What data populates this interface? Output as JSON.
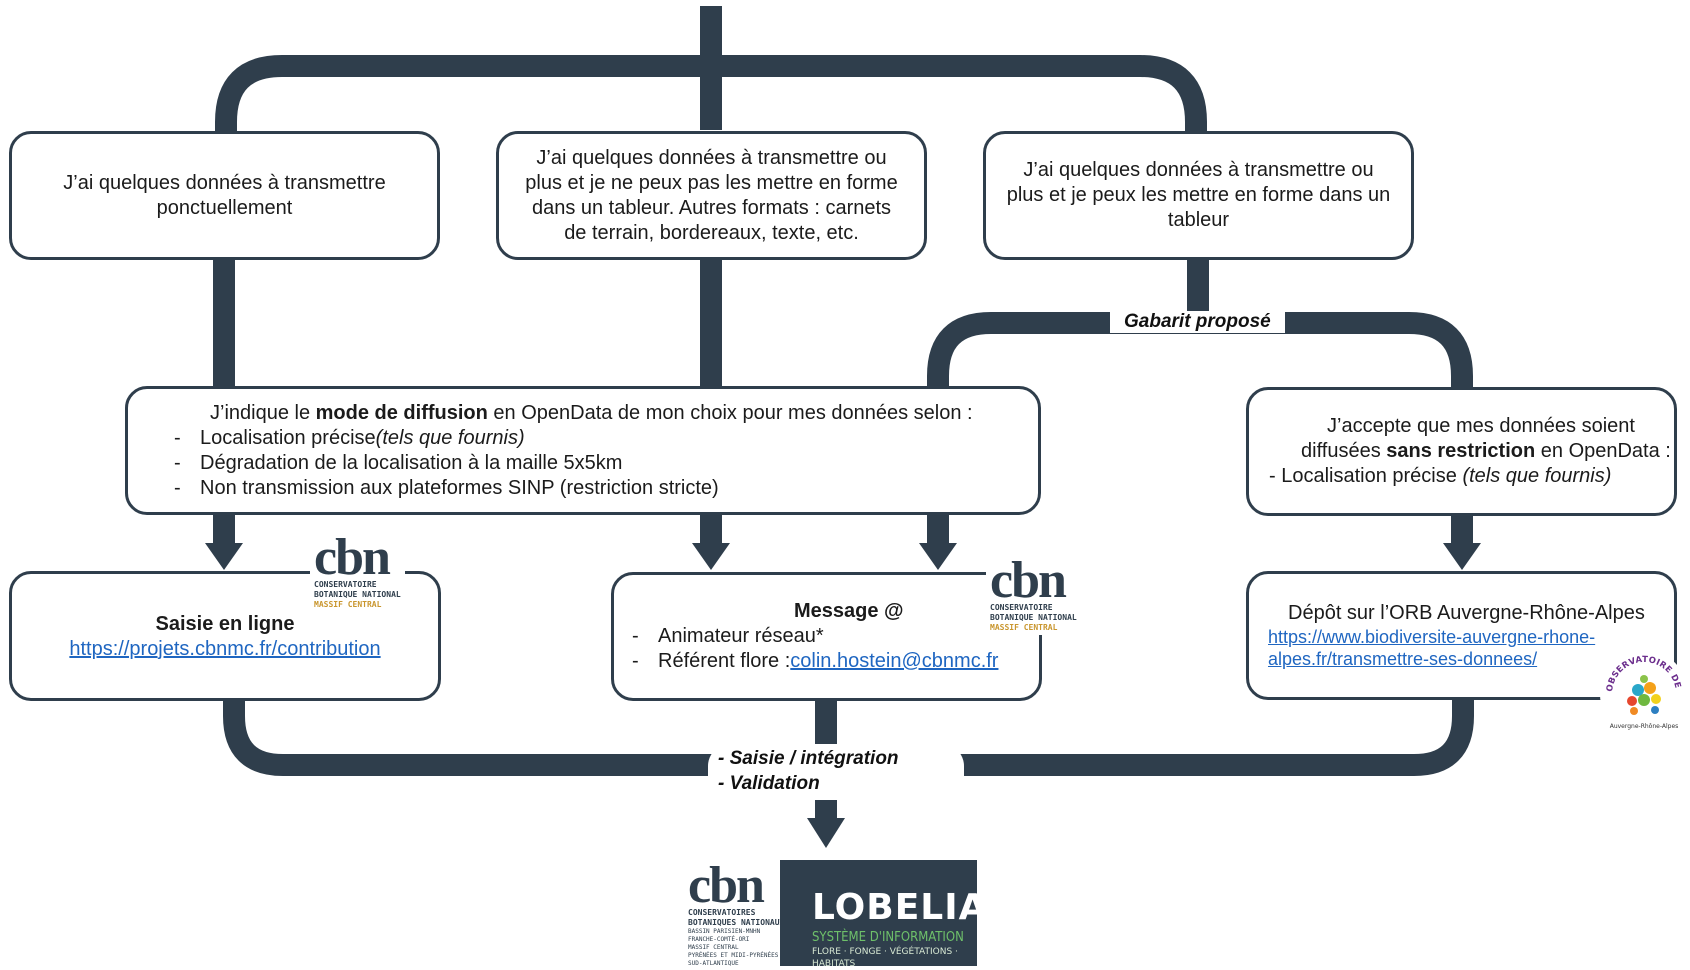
{
  "boxes": {
    "left_top": {
      "line1": "J’ai quelques données à transmettre",
      "line2": "ponctuellement"
    },
    "middle_top": {
      "line1": "J’ai quelques données à transmettre ou",
      "line2": "plus et je ne peux pas les mettre en forme",
      "line3": "dans un tableur. Autres formats : carnets",
      "line4": "de terrain, bordereaux, texte, etc."
    },
    "right_top": {
      "line1": "J’ai quelques données à transmettre ou",
      "line2": "plus et je peux les mettre en forme dans un",
      "line3": "tableur"
    },
    "diffusion": {
      "intro_before": "J’indique le ",
      "intro_bold": "mode de diffusion",
      "intro_after": " en OpenData de mon choix pour mes données selon :",
      "items": [
        {
          "text": "Localisation précise ",
          "italic": "(tels que fournis)"
        },
        {
          "text": "Dégradation de la localisation à la maille 5x5km",
          "italic": ""
        },
        {
          "text": "Non transmission aux plateformes SINP (restriction stricte)",
          "italic": ""
        }
      ]
    },
    "accept": {
      "line1": "J’accepte que mes données soient",
      "line2_before": "diffusées ",
      "line2_bold": "sans restriction",
      "line2_after": " en OpenData :",
      "line3_text": "- Localisation précise ",
      "line3_italic": "(tels que fournis)"
    },
    "saisie": {
      "title": "Saisie en ligne",
      "link": "https://projets.cbnmc.fr/contribution"
    },
    "message": {
      "title": "Message @",
      "item1": "Animateur réseau*",
      "item2_label": "Référent flore : ",
      "item2_link": "colin.hostein@cbnmc.fr"
    },
    "depot": {
      "title": "Dépôt sur l’ORB Auvergne-Rhône-Alpes",
      "link_line1": "https://www.biodiversite-auvergne-rhone-",
      "link_line2": "alpes.fr/transmettre-ses-donnees/"
    }
  },
  "connector_labels": {
    "gabarit": "Gabarit proposé",
    "saisie_integration": "- Saisie / intégration",
    "validation": "- Validation"
  },
  "bullet_dash": "-",
  "logos": {
    "cbn_mc": {
      "word": "cbn",
      "line1": "CONSERVATOIRE",
      "line2": "BOTANIQUE NATIONAL",
      "line3": "MASSIF CENTRAL"
    },
    "cbn_mc_2": {
      "word": "cbn",
      "line1": "CONSERVATOIRE",
      "line2": "BOTANIQUE NATIONAL",
      "line3": "MASSIF CENTRAL"
    },
    "cbn_network": {
      "word": "cbn",
      "line1": "CONSERVATOIRES",
      "line2": "BOTANIQUES NATIONAUX",
      "sub": [
        "BASSIN PARISIEN-MNHN",
        "FRANCHE-COMTÉ-ORI",
        "MASSIF CENTRAL",
        "PYRÉNÉES ET MIDI-PYRÉNÉES",
        "SUD-ATLANTIQUE"
      ]
    },
    "lobelia": {
      "title": "LOBELIA",
      "subtitle": "SYSTÈME D'INFORMATION",
      "tagline": "FLORE · FONGE · VÉGÉTATIONS · HABITATS"
    },
    "orb": {
      "text": "OBSERVATOIRE DE LA BIODIVERSITÉ",
      "region": "Auvergne-Rhône-Alpes"
    }
  },
  "colors": {
    "connector": "#2f3e4c",
    "link": "#1f66c1",
    "accent": "#c9962e"
  }
}
